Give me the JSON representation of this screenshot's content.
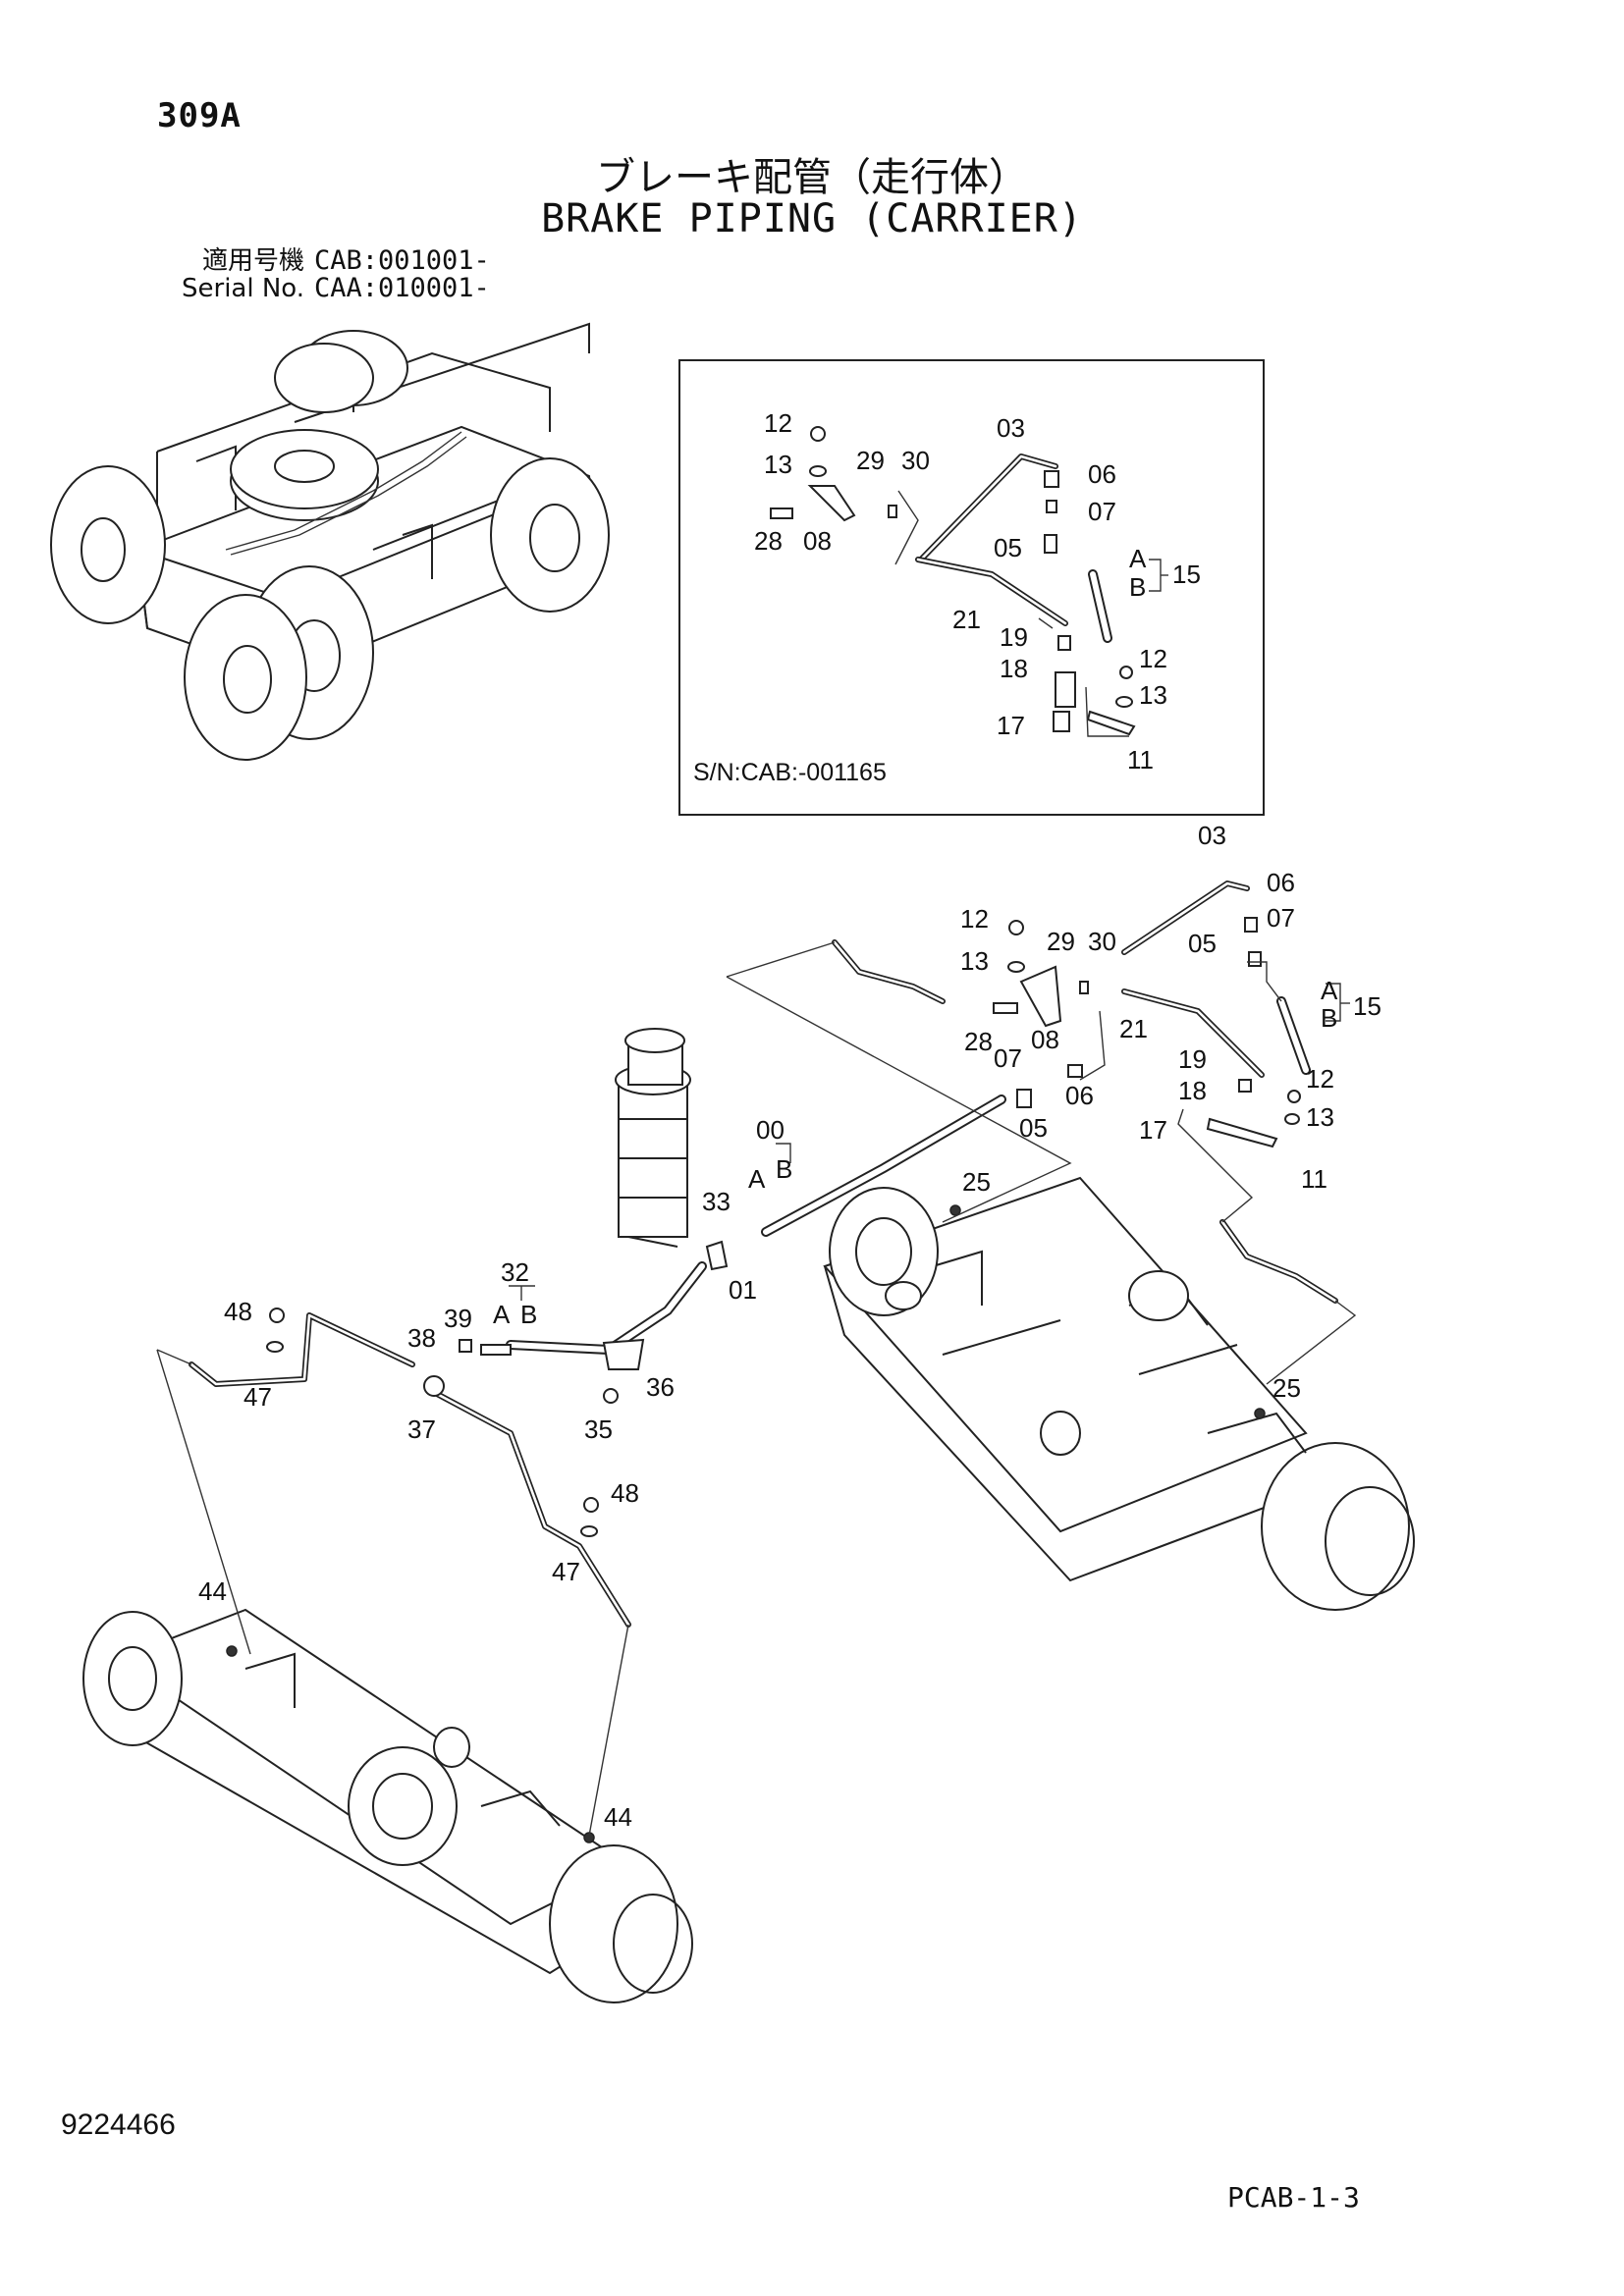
{
  "header": {
    "page_number": "309A",
    "title_jp": "ブレーキ配管（走行体）",
    "title_en": "BRAKE PIPING (CARRIER)",
    "serial_rows": [
      {
        "label": "適用号機",
        "value": "CAB:001001-"
      },
      {
        "label": "Serial No.",
        "value": "CAA:010001-"
      }
    ]
  },
  "inset": {
    "caption": "S/N:CAB:-001165",
    "callouts": {
      "c12a": "12",
      "c13a": "13",
      "c29": "29",
      "c30": "30",
      "c03": "03",
      "c06": "06",
      "c07": "07",
      "c28": "28",
      "c08": "08",
      "c05": "05",
      "cA": "A",
      "cB": "B",
      "c15": "15",
      "c21": "21",
      "c19": "19",
      "c18": "18",
      "c12b": "12",
      "c13b": "13",
      "c17": "17",
      "c11": "11"
    }
  },
  "main": {
    "callouts": {
      "c03": "03",
      "c06": "06",
      "c07": "07",
      "c12": "12",
      "c29": "29",
      "c30": "30",
      "c13": "13",
      "c05": "05",
      "cA": "A",
      "cB": "B",
      "c15": "15",
      "c28": "28",
      "c08": "08",
      "c21": "21",
      "c07b": "07",
      "c06b": "06",
      "c19": "19",
      "c18": "18",
      "c12b": "12",
      "c13b": "13",
      "c05b": "05",
      "c17": "17",
      "c11": "11",
      "c00": "00",
      "c00A": "A",
      "c00B": "B",
      "c25a": "25",
      "c33": "33",
      "c01": "01",
      "c32": "32",
      "c32A": "A",
      "c32B": "B",
      "c48a": "48",
      "c39": "39",
      "c38": "38",
      "c47a": "47",
      "c37": "37",
      "c36": "36",
      "c35": "35",
      "c25b": "25",
      "c48b": "48",
      "c47b": "47",
      "c44a": "44",
      "c44b": "44"
    }
  },
  "footer": {
    "drawing_id": "9224466",
    "page_code": "PCAB-1-3"
  }
}
